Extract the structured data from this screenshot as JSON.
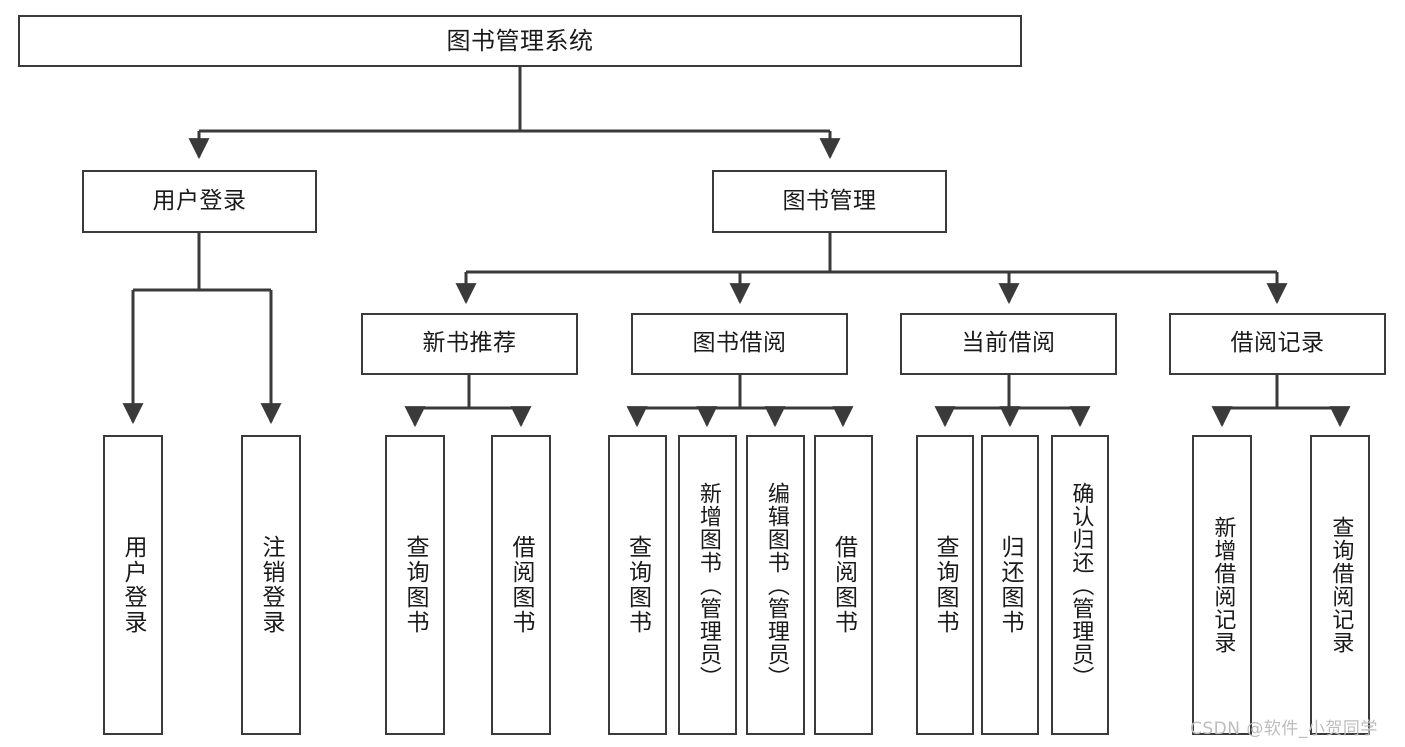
{
  "diagram": {
    "title_text": "图书管理系统",
    "type": "hierarchy-tree",
    "orientation": "top-down",
    "line_color": "#3a3a3a",
    "box_fill": "#ffffff",
    "text_color": "#1a1a1a",
    "watermark_color": "#bdbdbd"
  },
  "root": {
    "label": "图书管理系统"
  },
  "level2": [
    {
      "label": "用户登录"
    },
    {
      "label": "图书管理"
    }
  ],
  "level3": [
    {
      "label": "新书推荐"
    },
    {
      "label": "图书借阅"
    },
    {
      "label": "当前借阅"
    },
    {
      "label": "借阅记录"
    }
  ],
  "leaves": {
    "user_login": [
      {
        "label": "用户登录"
      },
      {
        "label": "注销登录"
      }
    ],
    "new_book_recommend": [
      {
        "label": "查询图书"
      },
      {
        "label": "借阅图书"
      }
    ],
    "book_borrow": [
      {
        "label": "查询图书"
      },
      {
        "label": "新增图书（管理员）"
      },
      {
        "label": "编辑图书（管理员）"
      },
      {
        "label": "借阅图书"
      }
    ],
    "current_borrow": [
      {
        "label": "查询图书"
      },
      {
        "label": "归还图书"
      },
      {
        "label": "确认归还（管理员）"
      }
    ],
    "borrow_record": [
      {
        "label": "新增借阅记录"
      },
      {
        "label": "查询借阅记录"
      }
    ]
  },
  "watermark": {
    "text": "CSDN @软件_小贺同学"
  }
}
